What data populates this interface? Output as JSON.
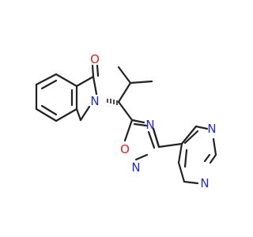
{
  "colors": {
    "bond": "#222222",
    "oxygen": "#e8231c",
    "nitrogen": "#1f2ad8",
    "background": "#ffffff"
  },
  "atoms": {
    "carbonyl_oxygen": "O",
    "lactam_nitrogen": "N",
    "ring_oxygen": "O",
    "oxadiazole_n4": "N",
    "oxadiazole_n2": "N",
    "pyrimidine_n1": "N",
    "pyrimidine_n3": "N"
  }
}
